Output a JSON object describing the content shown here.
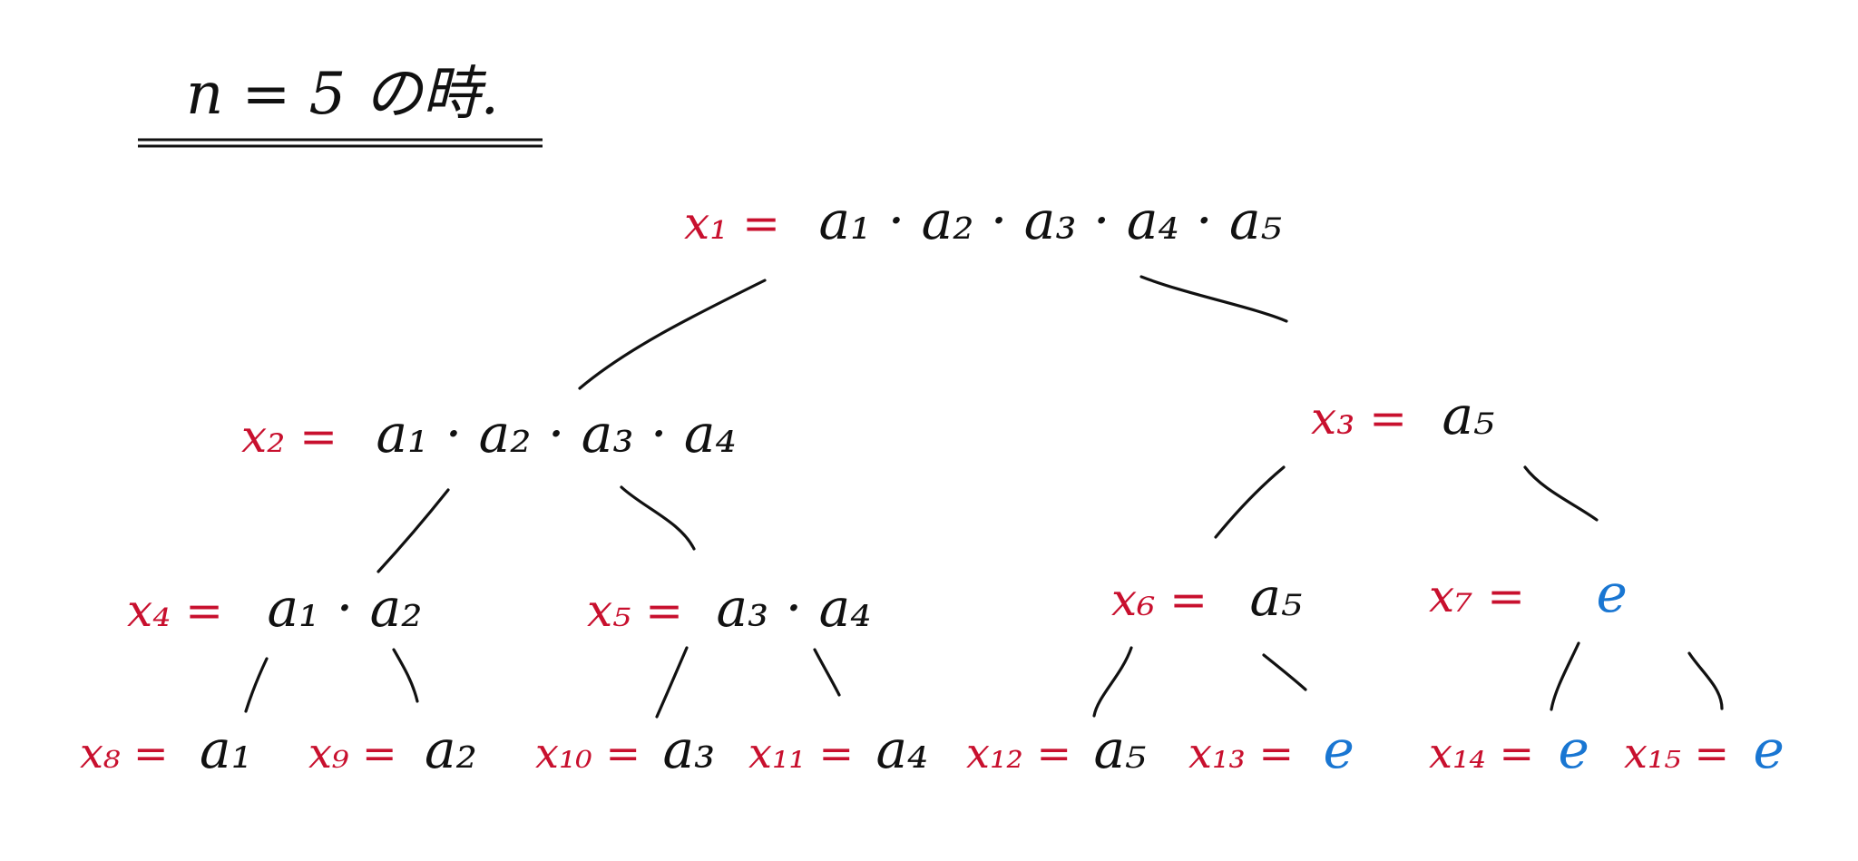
{
  "colors": {
    "variable": "#c8102e",
    "value": "#111111",
    "identity": "#1976d2"
  },
  "title": {
    "text": "n = 5  の時."
  },
  "nodes": [
    {
      "id": "x1",
      "label": "x₁ =",
      "value": "a₁ · a₂ · a₃ · a₄ · a₅",
      "kind": "value"
    },
    {
      "id": "x2",
      "label": "x₂ =",
      "value": "a₁ · a₂ · a₃ · a₄",
      "kind": "value"
    },
    {
      "id": "x3",
      "label": "x₃ =",
      "value": "a₅",
      "kind": "value"
    },
    {
      "id": "x4",
      "label": "x₄ =",
      "value": "a₁ · a₂",
      "kind": "value"
    },
    {
      "id": "x5",
      "label": "x₅ =",
      "value": "a₃ · a₄",
      "kind": "value"
    },
    {
      "id": "x6",
      "label": "x₆ =",
      "value": "a₅",
      "kind": "value"
    },
    {
      "id": "x7",
      "label": "x₇ =",
      "value": "e",
      "kind": "identity"
    },
    {
      "id": "x8",
      "label": "x₈ =",
      "value": "a₁",
      "kind": "value"
    },
    {
      "id": "x9",
      "label": "x₉ =",
      "value": "a₂",
      "kind": "value"
    },
    {
      "id": "x10",
      "label": "x₁₀ =",
      "value": "a₃",
      "kind": "value"
    },
    {
      "id": "x11",
      "label": "x₁₁ =",
      "value": "a₄",
      "kind": "value"
    },
    {
      "id": "x12",
      "label": "x₁₂ =",
      "value": "a₅",
      "kind": "value"
    },
    {
      "id": "x13",
      "label": "x₁₃ =",
      "value": "e",
      "kind": "identity"
    },
    {
      "id": "x14",
      "label": "x₁₄ =",
      "value": "e",
      "kind": "identity"
    },
    {
      "id": "x15",
      "label": "x₁₅ =",
      "value": "e",
      "kind": "identity"
    }
  ]
}
